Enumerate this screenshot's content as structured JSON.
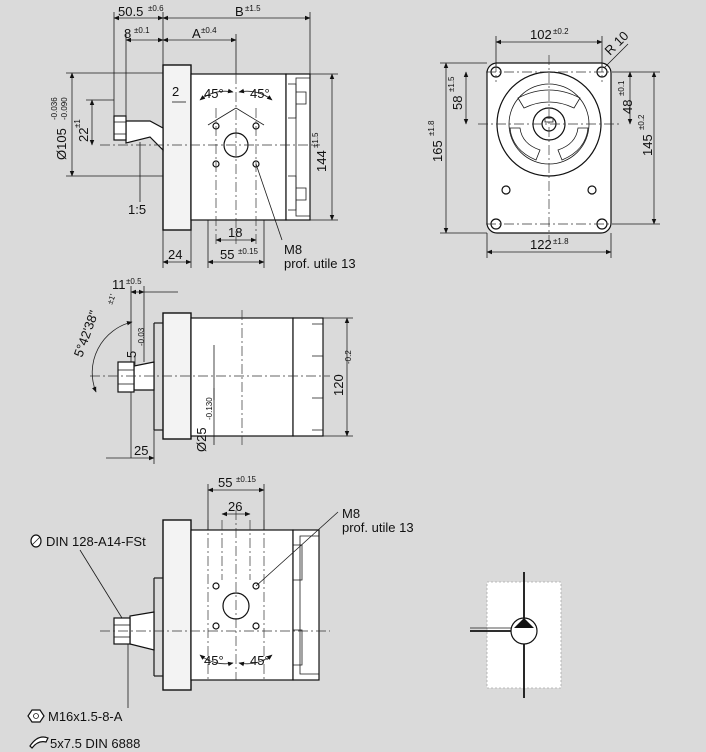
{
  "top_view": {
    "dim_50_5": "50.5",
    "dim_50_5_tol": "±0.6",
    "dim_B": "B",
    "dim_B_tol": "±1.5",
    "dim_8": "8",
    "dim_8_tol": "±0.1",
    "dim_A": "A",
    "dim_A_tol": "±0.4",
    "dim_2": "2",
    "angle_45_left": "45°",
    "angle_45_right": "45°",
    "dim_22": "22",
    "dim_22_tol": "±1",
    "dim_d105": "Ø105",
    "dim_d105_tol_top": "-0.036",
    "dim_d105_tol_bot": "-0.090",
    "dim_144": "144",
    "dim_144_tol": "±1.5",
    "taper_ratio": "1:5",
    "dim_18": "18",
    "dim_24": "24",
    "dim_55": "55",
    "dim_55_tol": "±0.15",
    "thread_label": "M8",
    "thread_depth": "prof. utile 13"
  },
  "flange_view": {
    "dim_102": "102",
    "dim_102_tol": "±0.2",
    "radius": "R 10",
    "dim_58": "58",
    "dim_58_tol": "±1.5",
    "dim_48": "48",
    "dim_48_tol": "±0.1",
    "dim_165": "165",
    "dim_165_tol": "±1.8",
    "dim_145": "145",
    "dim_145_tol": "±0.2",
    "dim_122": "122",
    "dim_122_tol": "±1.8"
  },
  "side_view": {
    "dim_11": "11",
    "dim_11_tol": "±0.5",
    "taper_angle": "5°42'38\"",
    "taper_angle_tol": "±1'",
    "dim_5": "5",
    "dim_5_tol": "-0.03",
    "dim_120": "120",
    "dim_120_tol": "-0.2",
    "dim_d25": "Ø25",
    "dim_d25_tol": "-0.130",
    "dim_25": "25"
  },
  "bottom_view": {
    "dim_55": "55",
    "dim_55_tol": "±0.15",
    "dim_26": "26",
    "thread_label": "M8",
    "thread_depth": "prof. utile 13",
    "din_label": "DIN 128-A14-FSt",
    "angle_45_left": "45°",
    "angle_45_right": "45°",
    "nut_label": "M16x1.5-8-A",
    "key_label": "5x7.5 DIN 6888"
  }
}
